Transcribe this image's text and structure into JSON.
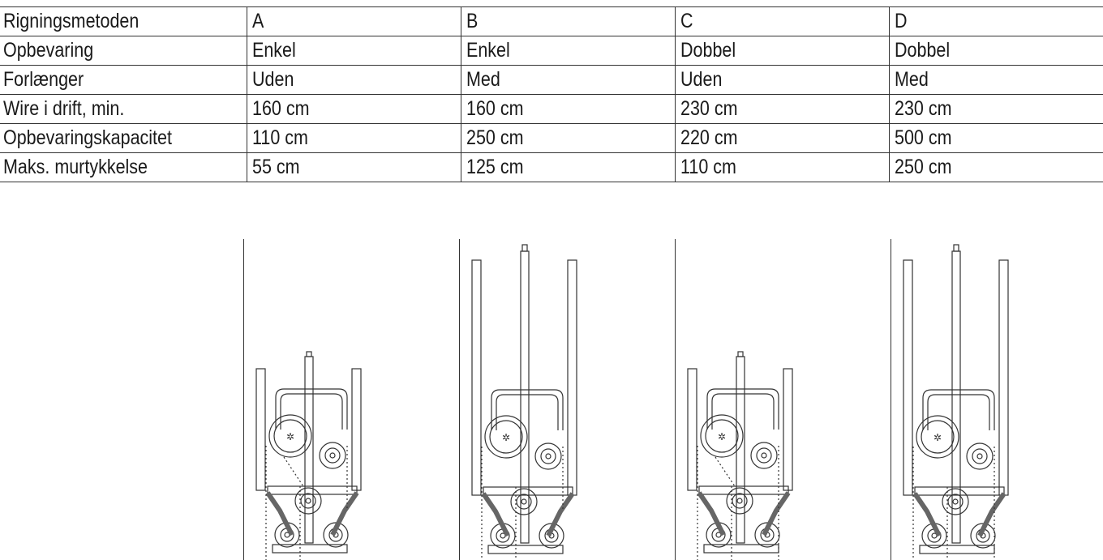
{
  "table": {
    "rows": [
      {
        "label": "Rigningsmetoden",
        "values": [
          "A",
          "B",
          "C",
          "D"
        ]
      },
      {
        "label": "Opbevaring",
        "values": [
          "Enkel",
          "Enkel",
          "Dobbel",
          "Dobbel"
        ]
      },
      {
        "label": "Forlænger",
        "values": [
          "Uden",
          "Med",
          "Uden",
          "Med"
        ]
      },
      {
        "label": "Wire i drift, min.",
        "values": [
          "160 cm",
          "160 cm",
          "230 cm",
          "230 cm"
        ]
      },
      {
        "label": "Opbevaringskapacitet",
        "values": [
          "110 cm",
          "250 cm",
          "220 cm",
          "500 cm"
        ]
      },
      {
        "label": "Maks. murtykkelse",
        "values": [
          "55 cm",
          "125 cm",
          "110 cm",
          "250 cm"
        ]
      }
    ]
  },
  "figures": [
    {
      "method": "A",
      "extender": false
    },
    {
      "method": "B",
      "extender": true
    },
    {
      "method": "C",
      "extender": false
    },
    {
      "method": "D",
      "extender": true
    }
  ]
}
